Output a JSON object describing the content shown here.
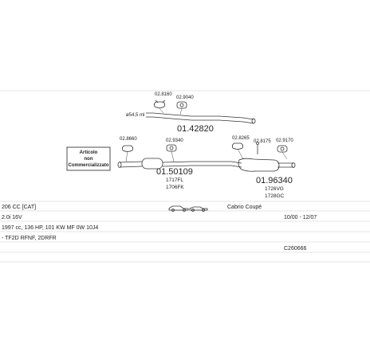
{
  "diagram": {
    "parts": {
      "clamp_a": "02.8160",
      "clamp_b": "02.9040",
      "tailpipe_label": "01.42820",
      "pipe_dims": "ø54,5 ml",
      "clamp_c": "02.8660",
      "clamp_d": "02.9340",
      "middle_label": "01.50109",
      "middle_oe_1": "1717FL",
      "middle_oe_2": "1706FK",
      "hanger_a": "02.8265",
      "hanger_b": "02.8175",
      "clamp_e": "02.9170",
      "rear_label": "01.96340",
      "rear_oe_1": "1726VG",
      "rear_oe_2": "1728GC"
    },
    "note_box": {
      "line1": "Articolo",
      "line2": "non",
      "line3": "Commercializzato"
    }
  },
  "table": {
    "row1": {
      "model": "206 CC  [CAT]",
      "body": "Cabrio Coupé"
    },
    "row2": {
      "engine": "2.0i 16V",
      "years": "10/00 - 12/07"
    },
    "row3": {
      "spec": "1997 cc, 136 HP, 101 KW MF 0W 10J4"
    },
    "row4": {
      "codes": "- TF2D RFNF, 2DRFR"
    },
    "row5": {
      "code": "C260666"
    }
  }
}
